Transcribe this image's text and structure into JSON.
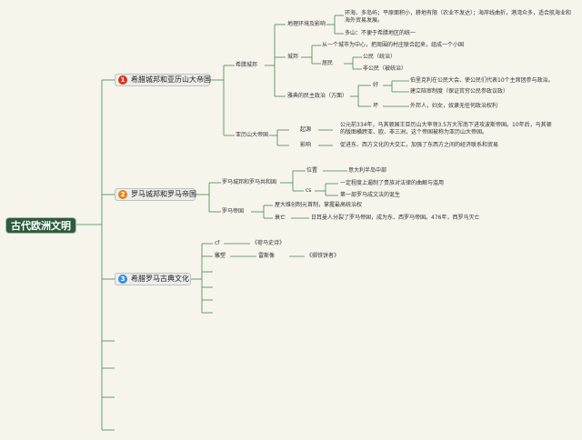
{
  "root": {
    "label": "古代欧洲文明"
  },
  "topics": [
    {
      "num": "1",
      "label": "希腊城邦和亚历山大帝国",
      "color": "#d9341f"
    },
    {
      "num": "2",
      "label": "罗马城邦和罗马帝国",
      "color": "#e5841a"
    },
    {
      "num": "3",
      "label": "希腊罗马古典文化",
      "color": "#3a8fd6"
    }
  ],
  "greece": {
    "city_states": "希腊城邦",
    "geo": "地理环境及影响",
    "geo_text1": "环海、多岛屿；平原面积小，耕地有限（农业不发达）；海岸线曲折，港湾众多，适合航海业和海外贸易发展。",
    "geo_text2": "多山：不便于希腊地区的统一",
    "city": "城邦",
    "city_text": "从一个城市为中心，把周围的村庄联合起来，组成一个小国",
    "residents": "居民",
    "citizen": "公民（统治）",
    "non_citizen": "非公民（被统治）",
    "democracy": "雅典的民主政治（方面）",
    "good": "好",
    "good1": "伯里克利在公民大会、使公民们代表10个主席团参与政治。",
    "good2": "建立陪审制度（保证贫穷公民参政议政）",
    "bad": "坏",
    "bad1": "外邦人，妇女，奴隶无任何政治权利",
    "alexander": "亚历山大帝国",
    "origin": "起源",
    "origin_text": "公元前334年，马其顿国王亚历山大率领3.5万大军南下进攻波斯帝国。10年后，马其顿的版图横跨亚、欧、非三洲，这个帝国被称为亚历山大帝国。",
    "impact": "影响",
    "impact_text": "促进东、西方文化的大交汇，加强了东西方之间的经济联系和贸易"
  },
  "rome": {
    "republic": "罗马城邦和罗马共和国",
    "location": "位置",
    "location_text": "意大利半岛中部",
    "cs": "cs",
    "cs1": "一定程度上遏制了贵族对法律的曲解与滥用",
    "cs2": "第一部罗马成文法的诞生",
    "empire": "罗马帝国",
    "founding": "屋大维创制元首制，掌握最高统治权",
    "fall": "衰亡",
    "fall_text": "日耳曼人分裂了罗马帝国，成为东、西罗马帝国。476年，西罗马灭亡"
  },
  "culture": {
    "cf": "cf",
    "cf_text": "《荷马史诗》",
    "carving": "雕塑",
    "sculptor": "雷斯像",
    "discus": "《掷铁饼者》"
  },
  "colors": {
    "line": "#3b8a54",
    "root_bg": "#2e5b3c",
    "background": "#f7f4ec"
  }
}
